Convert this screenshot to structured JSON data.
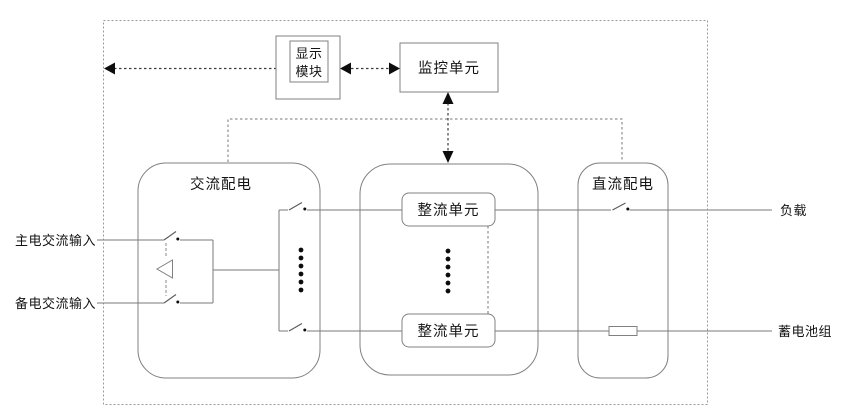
{
  "figure": {
    "type": "block-diagram",
    "subject": "power supply system diagram",
    "colors": {
      "background": "#ffffff",
      "shape_stroke": "#808080",
      "wire": "#7a7a7a",
      "dashed_border": "#9a9a9a",
      "comm_dash": "#3c3c3c",
      "ink": "#0d0d0d",
      "text": "#141414"
    }
  },
  "blocks": {
    "display_module": {
      "line1": "显示",
      "line2": "模块"
    },
    "monitor_unit": {
      "label": "监控单元"
    },
    "ac_distribution": {
      "label": "交流配电"
    },
    "rectifier_top": {
      "label": "整流单元"
    },
    "rectifier_bottom": {
      "label": "整流单元"
    },
    "dc_distribution": {
      "label": "直流配电"
    }
  },
  "external_labels": {
    "main_ac_input": "主电交流输入",
    "backup_ac_input": "备电交流输入",
    "load": "负载",
    "battery": "蓄电池组"
  },
  "icons": {
    "switch": "disconnect-switch",
    "interlock_triangle": "changeover-interlock",
    "fuse": "fuse",
    "ellipsis": "more-units-dots",
    "arrows": "bidirectional-dashed-communication"
  }
}
